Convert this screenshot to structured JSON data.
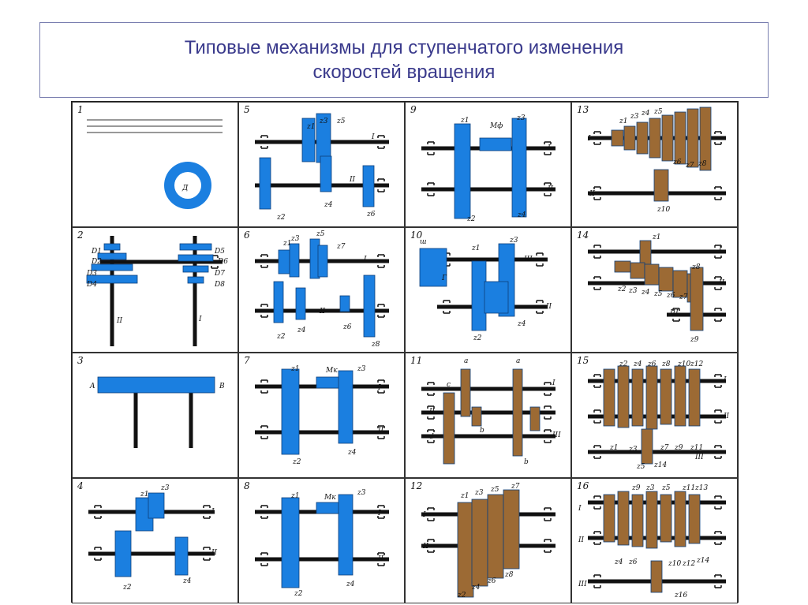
{
  "header": {
    "line1": "Типовые механизмы для ступенчатого изменения",
    "line2": "скоростей вращения"
  },
  "colors": {
    "blue": "#1b7fe0",
    "brown": "#9c6a34",
    "shaft": "#111111",
    "border": "#333333"
  },
  "cells": [
    {
      "num": "1",
      "color": "blue",
      "labels": [
        "Д"
      ]
    },
    {
      "num": "5",
      "color": "blue",
      "labels": [
        "z1",
        "z3",
        "z5",
        "I",
        "II",
        "z2",
        "z4",
        "z6"
      ]
    },
    {
      "num": "9",
      "color": "blue",
      "labels": [
        "z1",
        "Мф",
        "z3",
        "I",
        "II",
        "z2",
        "z4"
      ]
    },
    {
      "num": "13",
      "color": "brown",
      "labels": [
        "z1",
        "z3",
        "z4",
        "z5",
        "I",
        "z6",
        "z7",
        "z8",
        "II",
        "z10"
      ]
    },
    {
      "num": "2",
      "color": "blue",
      "labels": [
        "D1",
        "D2",
        "D3",
        "D4",
        "D5",
        "D6",
        "D7",
        "D8",
        "II",
        "I"
      ]
    },
    {
      "num": "6",
      "color": "blue",
      "labels": [
        "z1",
        "z3",
        "z5",
        "z7",
        "I",
        "II",
        "z2",
        "z4",
        "z6",
        "z8"
      ]
    },
    {
      "num": "10",
      "color": "blue",
      "labels": [
        "ш",
        "z1",
        "z3",
        "III",
        "Г",
        "II",
        "z2",
        "z4"
      ]
    },
    {
      "num": "14",
      "color": "brown",
      "labels": [
        "z1",
        "I",
        "z8",
        "II",
        "z2",
        "z3",
        "z4",
        "z5",
        "z6",
        "z7",
        "III",
        "z9"
      ]
    },
    {
      "num": "3",
      "color": "blue",
      "labels": [
        "A",
        "B"
      ]
    },
    {
      "num": "7",
      "color": "blue",
      "labels": [
        "z1",
        "Мк",
        "z3",
        "I",
        "II",
        "z2",
        "z4"
      ]
    },
    {
      "num": "11",
      "color": "brown",
      "labels": [
        "a",
        "a",
        "I",
        "c",
        "II",
        "b",
        "III",
        "d",
        "b"
      ]
    },
    {
      "num": "15",
      "color": "brown",
      "labels": [
        "z2",
        "z4",
        "z6",
        "z8",
        "z10",
        "z12",
        "I",
        "II",
        "z1",
        "z3",
        "z7",
        "z9",
        "z11",
        "III",
        "z5",
        "z14"
      ]
    },
    {
      "num": "4",
      "color": "blue",
      "labels": [
        "z1",
        "z3",
        "I",
        "II",
        "z2",
        "z4"
      ]
    },
    {
      "num": "8",
      "color": "blue",
      "labels": [
        "z1",
        "Мк",
        "z3",
        "I",
        "II",
        "z2",
        "z4"
      ]
    },
    {
      "num": "12",
      "color": "brown",
      "labels": [
        "z1",
        "z3",
        "z5",
        "z7",
        "I",
        "II",
        "z2",
        "z4",
        "z6",
        "z8"
      ]
    },
    {
      "num": "16",
      "color": "brown",
      "labels": [
        "z9",
        "z3",
        "z5",
        "z11",
        "z13",
        "I",
        "II",
        "z4",
        "z6",
        "z10",
        "z12",
        "z14",
        "III",
        "z16"
      ]
    }
  ]
}
